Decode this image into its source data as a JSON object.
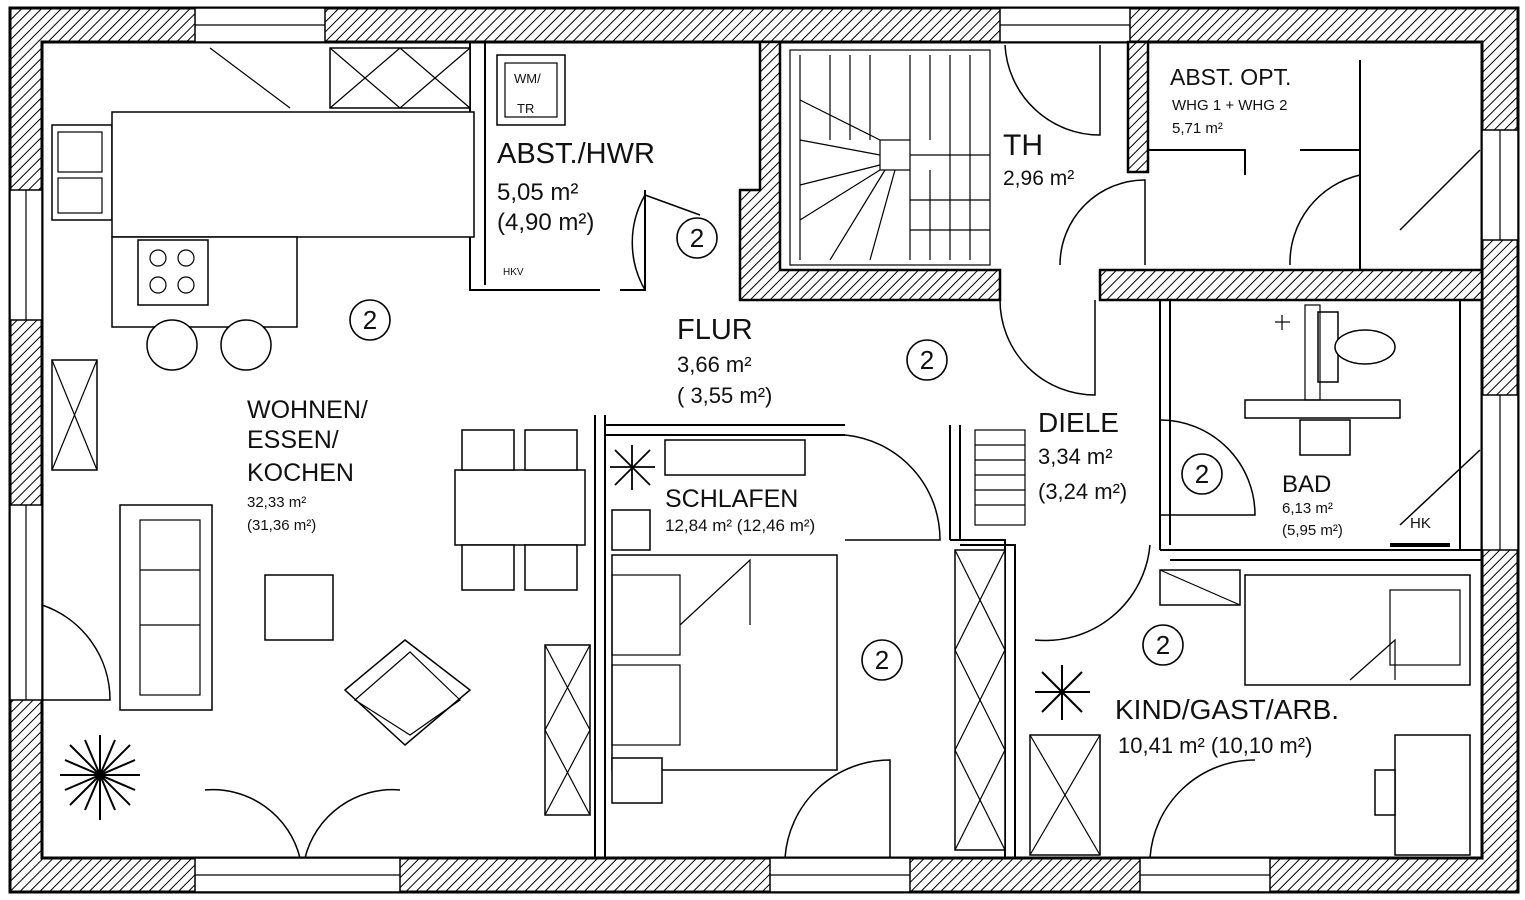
{
  "rooms": {
    "wohnen": {
      "name_lines": [
        "WOHNEN/",
        "ESSEN/",
        "KOCHEN"
      ],
      "area": "32,33 m²",
      "area_alt": "(31,36 m²)",
      "badge": "2"
    },
    "abst_hwr": {
      "name": "ABST./HWR",
      "area": "5,05 m²",
      "area_alt": "(4,90 m²)",
      "appliance_lines": [
        "WM/",
        "TR"
      ],
      "hkv": "HKV",
      "badge": "2"
    },
    "th": {
      "name": "TH",
      "area": "2,96 m²"
    },
    "abst_opt": {
      "name": "ABST. OPT.",
      "note": "WHG 1 + WHG 2",
      "area": "5,71 m²"
    },
    "flur": {
      "name": "FLUR",
      "area": "3,66 m²",
      "area_alt": "( 3,55 m²)",
      "badge": "2"
    },
    "diele": {
      "name": "DIELE",
      "area": "3,34 m²",
      "area_alt": "(3,24 m²)",
      "badge": "2"
    },
    "bad": {
      "name": "BAD",
      "area": "6,13 m²",
      "area_alt": "(5,95 m²)",
      "hk": "HK"
    },
    "schlafen": {
      "name": "SCHLAFEN",
      "area": "12,84 m² (12,46 m²)",
      "badge": "2"
    },
    "kind": {
      "name": "KIND/GAST/ARB.",
      "area": "10,41 m² (10,10 m²)",
      "badge": "2"
    }
  }
}
